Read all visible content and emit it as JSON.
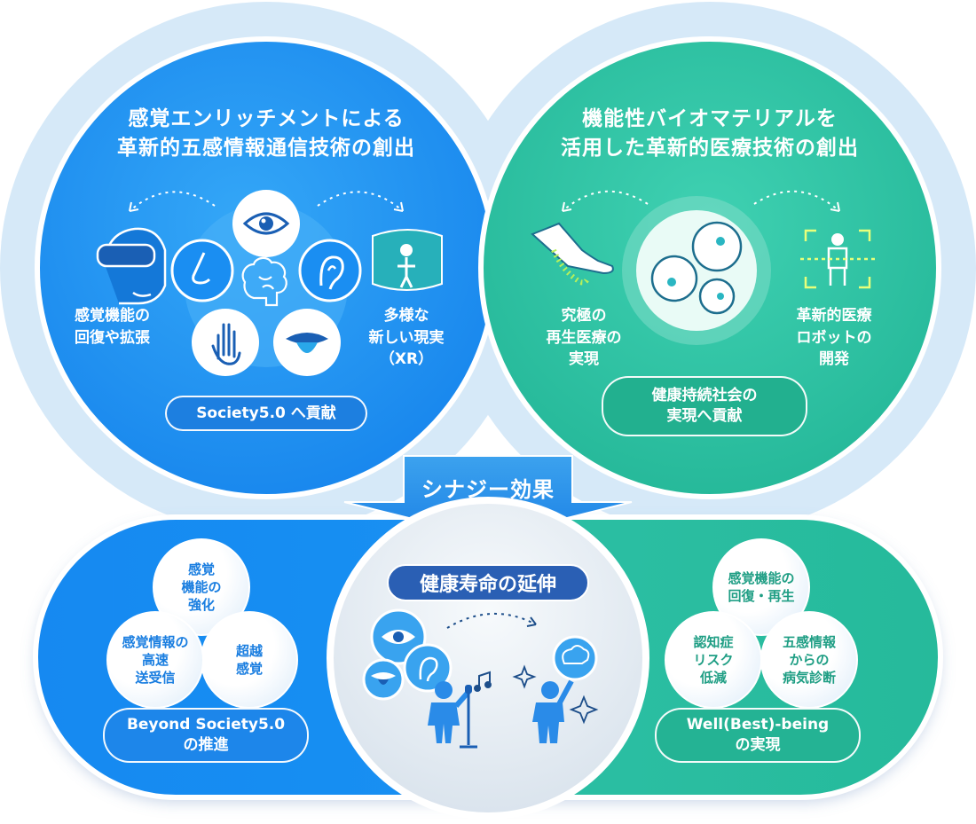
{
  "colors": {
    "blue": "#1a8ef2",
    "teal": "#2cc3a4",
    "navy": "#2a5fb4",
    "pale_blue": "#d4e8f7"
  },
  "left_circle": {
    "title": "感覚エンリッチメントによる\n革新的五感情報通信技術の創出",
    "label_left": "感覚機能の\n回復や拡張",
    "label_right": "多様な\n新しい現実\n（XR）",
    "pill": "Society5.0 へ貢献",
    "icons": [
      "vr-headset-icon",
      "eye-icon",
      "nose-icon",
      "brain-icon",
      "ear-icon",
      "hand-icon",
      "tongue-icon",
      "xr-person-icon"
    ]
  },
  "right_circle": {
    "title": "機能性バイオマテリアルを\n活用した革新的医療技術の創出",
    "label_left": "究極の\n再生医療の\n実現",
    "label_right": "革新的医療\nロボットの\n開発",
    "pill": "健康持続社会の\n実現へ貢献",
    "icons": [
      "leg-icon",
      "cells-icon",
      "robot-scan-icon"
    ]
  },
  "synergy": "シナジー効果",
  "center": {
    "title": "健康寿命の延伸",
    "icons": [
      "eye-icon",
      "ear-icon",
      "tongue-icon",
      "singer-icon",
      "person-brain-icon",
      "sparkle-icon",
      "music-note-icon"
    ]
  },
  "bottom_left": {
    "bubbles": [
      "感覚\n機能の\n強化",
      "感覚情報の\n高速\n送受信",
      "超越\n感覚"
    ],
    "pill": "Beyond Society5.0\nの推進"
  },
  "bottom_right": {
    "bubbles": [
      "感覚機能の\n回復・再生",
      "認知症\nリスク\n低減",
      "五感情報\nからの\n病気診断"
    ],
    "pill": "Well(Best)-being\nの実現"
  }
}
